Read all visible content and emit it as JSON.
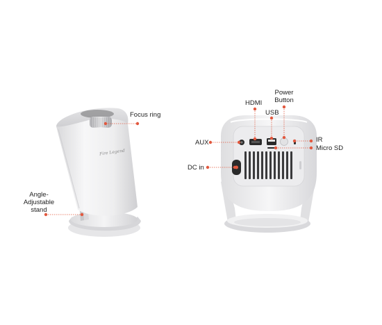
{
  "callouts": {
    "focus_ring": "Focus ring",
    "stand_line1": "Angle-",
    "stand_line2": "Adjustable",
    "stand_line3": "stand",
    "hdmi": "HDMI",
    "power_line1": "Power",
    "power_line2": "Button",
    "usb": "USB",
    "aux": "AUX",
    "ir": "IR",
    "micro_sd": "Micro SD",
    "dc_in": "DC in"
  },
  "brand_script": "Fire Legend",
  "colors": {
    "accent": "#e2583e",
    "body_white": "#f2f2f2",
    "panel": "#ebebeb",
    "port_dark": "#2a2a2a"
  }
}
